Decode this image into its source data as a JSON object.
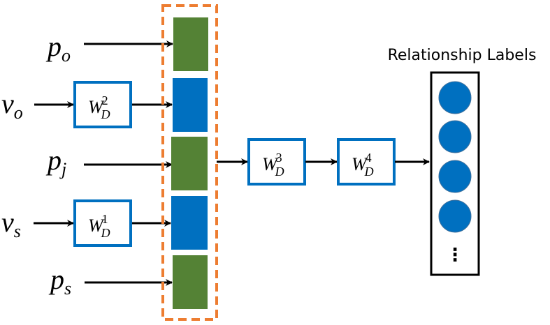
{
  "diagram": {
    "inputs": [
      {
        "base": "p",
        "sub": "o"
      },
      {
        "base": "v",
        "sub": "o"
      },
      {
        "base": "p",
        "sub": "j"
      },
      {
        "base": "v",
        "sub": "s"
      },
      {
        "base": "p",
        "sub": "s"
      }
    ],
    "input_weights": [
      {
        "base": "W",
        "sub": "D",
        "sup": "2"
      },
      {
        "base": "W",
        "sub": "D",
        "sup": "1"
      }
    ],
    "chain_weights": [
      {
        "base": "W",
        "sub": "D",
        "sup": "3"
      },
      {
        "base": "W",
        "sub": "D",
        "sup": "4"
      }
    ],
    "output_title": "Relationship Labels",
    "output_ellipsis": "⋮",
    "colors": {
      "position_block": "#548235",
      "visual_block": "#0070C0",
      "weight_border": "#0070C0",
      "concat_border": "#ED7D31",
      "output_node": "#0070C0"
    }
  }
}
